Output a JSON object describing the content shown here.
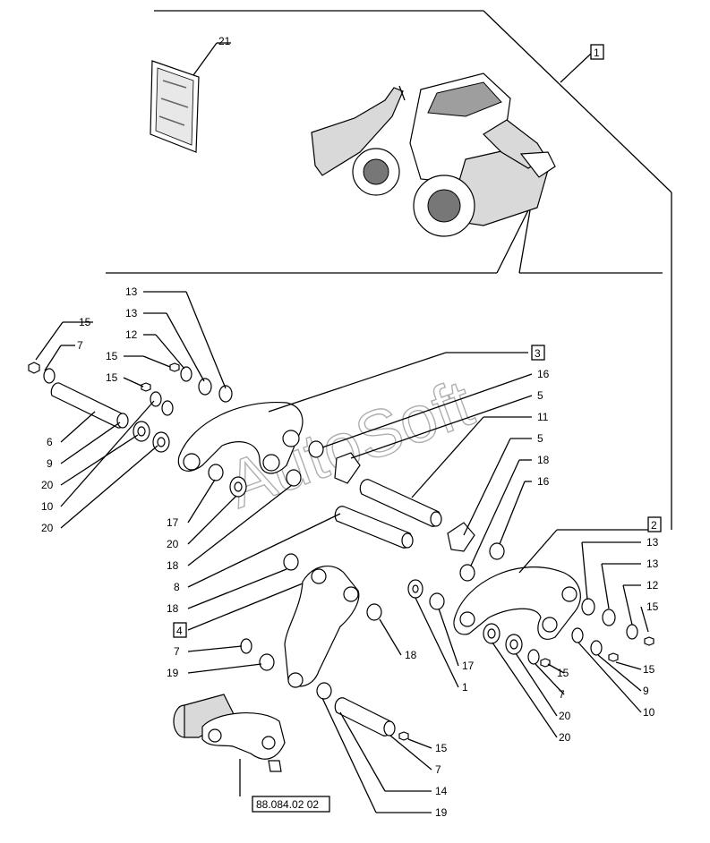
{
  "watermark": "AutoSoft",
  "reference_code": "88.084.02 02",
  "boxed_labels": [
    "1",
    "2",
    "3",
    "4"
  ],
  "callouts": {
    "c21": "21",
    "c15a": "15",
    "c7a": "7",
    "c6": "6",
    "c9a": "9",
    "c20a": "20",
    "c10a": "10",
    "c20b": "20",
    "c13a": "13",
    "c13b": "13",
    "c12a": "12",
    "c15b": "15",
    "c15c": "15",
    "c16a": "16",
    "c5a": "5",
    "c11": "11",
    "c5b": "5",
    "c18a": "18",
    "c16b": "16",
    "c17a": "17",
    "c20c": "20",
    "c18b": "18",
    "c8": "8",
    "c18c": "18",
    "c7b": "7",
    "c19a": "19",
    "c18d": "18",
    "c17b": "17",
    "c1": "1",
    "c13c": "13",
    "c13d": "13",
    "c12b": "12",
    "c15d": "15",
    "c15e": "15",
    "c15f": "15",
    "c7c": "7",
    "c9b": "9",
    "c20d": "20",
    "c10b": "10",
    "c20e": "20",
    "c15g": "15",
    "c7d": "7",
    "c14": "14",
    "c19b": "19"
  }
}
